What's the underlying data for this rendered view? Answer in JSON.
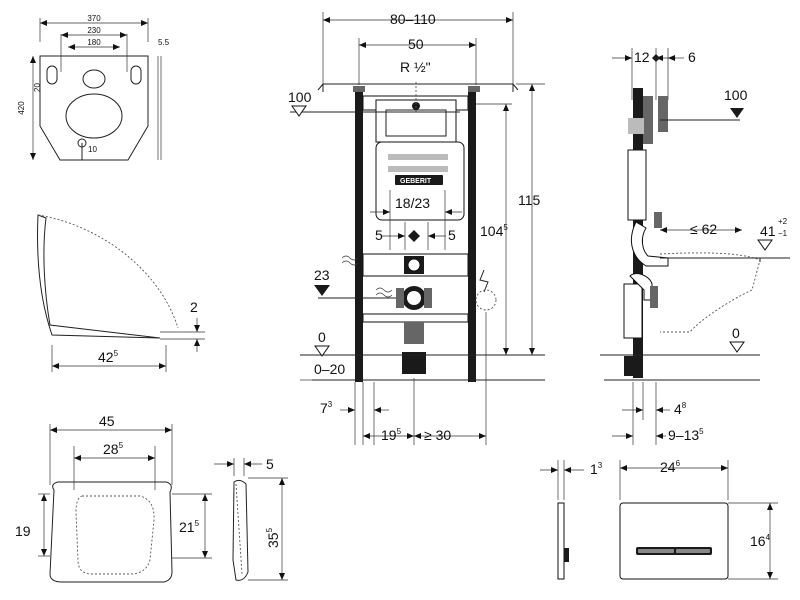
{
  "pad": {
    "w": "370",
    "w2": "230",
    "w3": "180",
    "h": "420",
    "thk": "5.5",
    "slot": "20",
    "hole": "10"
  },
  "lid": {
    "thk": "2",
    "len_base": "42",
    "len_sup": "5"
  },
  "frame": {
    "width": "80–110",
    "inner": "50",
    "thread": "R ½\"",
    "top": "100",
    "floor": "0",
    "floor_range": "0–20",
    "h_total": "115",
    "h_inner_base": "104",
    "h_inner_sup": "5",
    "pipe": "18/23",
    "off_l": "5",
    "off_r": "5",
    "drain": "23",
    "a_base": "7",
    "a_sup": "3",
    "b_base": "19",
    "b_sup": "5",
    "c": "≥ 30",
    "brand": "GEBERIT"
  },
  "side": {
    "d1": "12",
    "d2": "6",
    "top": "100",
    "reach": "≤ 62",
    "rim_base": "41",
    "rim_plus": "+2",
    "rim_minus": "−1",
    "floor": "0",
    "e_base": "4",
    "e_sup": "8",
    "f_base": "9–13",
    "f_sup": "5"
  },
  "seat": {
    "w": "45",
    "inner_base": "28",
    "inner_sup": "5",
    "h": "19",
    "h2_base": "21",
    "h2_sup": "5",
    "side_thk": "5",
    "side_h_base": "35",
    "side_h_sup": "5"
  },
  "plate": {
    "thk_base": "1",
    "thk_sup": "3",
    "w_base": "24",
    "w_sup": "6",
    "h_base": "16",
    "h_sup": "4"
  }
}
